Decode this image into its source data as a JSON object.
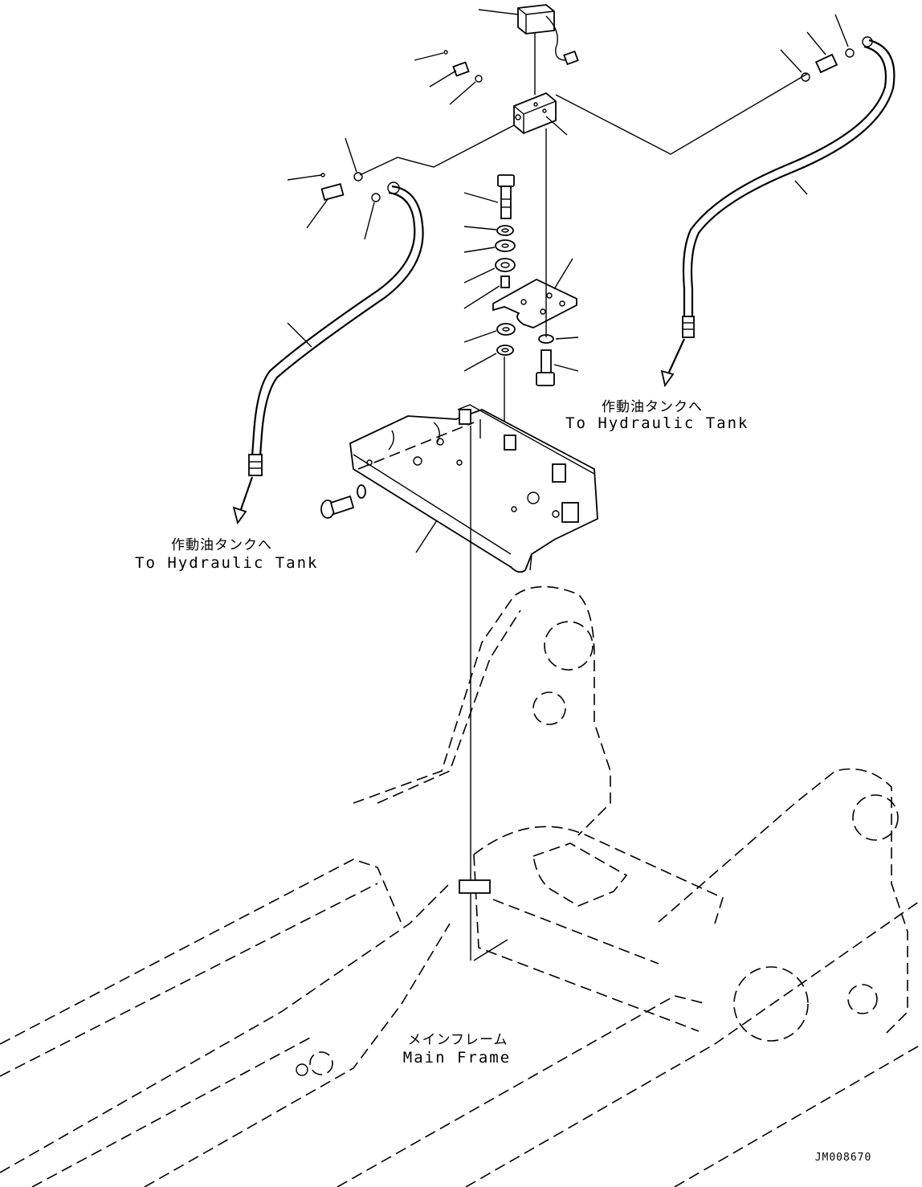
{
  "labels": {
    "tank_right_jp": "作動油タンクへ",
    "tank_right_en": "To Hydraulic Tank",
    "tank_left_jp": "作動油タンクへ",
    "tank_left_en": "To Hydraulic Tank",
    "frame_jp": "メインフレーム",
    "frame_en": "Main Frame",
    "drawing_code": "JM008670"
  },
  "colors": {
    "line": "#000000",
    "background": "#ffffff"
  }
}
